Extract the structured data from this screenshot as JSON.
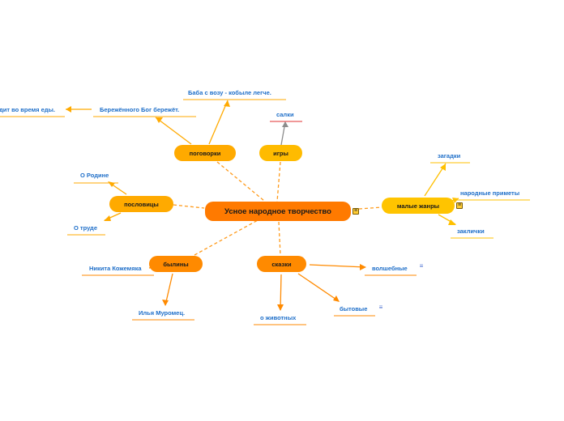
{
  "central": {
    "label": "Усное народное творчество"
  },
  "branches": {
    "pogovorki": "поговорки",
    "igry": "игры",
    "malye_zhanry": "малые жанры",
    "poslovitsy": "пословицы",
    "byliny": "былины",
    "skazki": "сказки"
  },
  "leaves": {
    "baba": "Баба с возу - кобыле легче.",
    "berezhenogo": "Бережённого Бог бережёт.",
    "apetit": "дит во время еды.",
    "salki": "салки",
    "zagadki": "загадки",
    "narodnye_primety": "народные приметы",
    "zaklichki": "заклички",
    "o_rodine": "О Родине",
    "o_trude": "О труде",
    "nikita": "Никита Кожемяка",
    "ilya": "Илья Муромец.",
    "o_zhivotnyh": "о животных",
    "volshebnye": "волшебные",
    "bytovye": "бытовые"
  },
  "colors": {
    "central": "#ff7a00",
    "orange_branch": "#ff8a00",
    "yellow_branch": "#ffb300",
    "leaf_text": "#1f6fc9",
    "gray_connector": "#8c8c8c",
    "red_underline": "#e03030"
  },
  "icons": {
    "note": "note-icon",
    "list": "list-icon"
  }
}
